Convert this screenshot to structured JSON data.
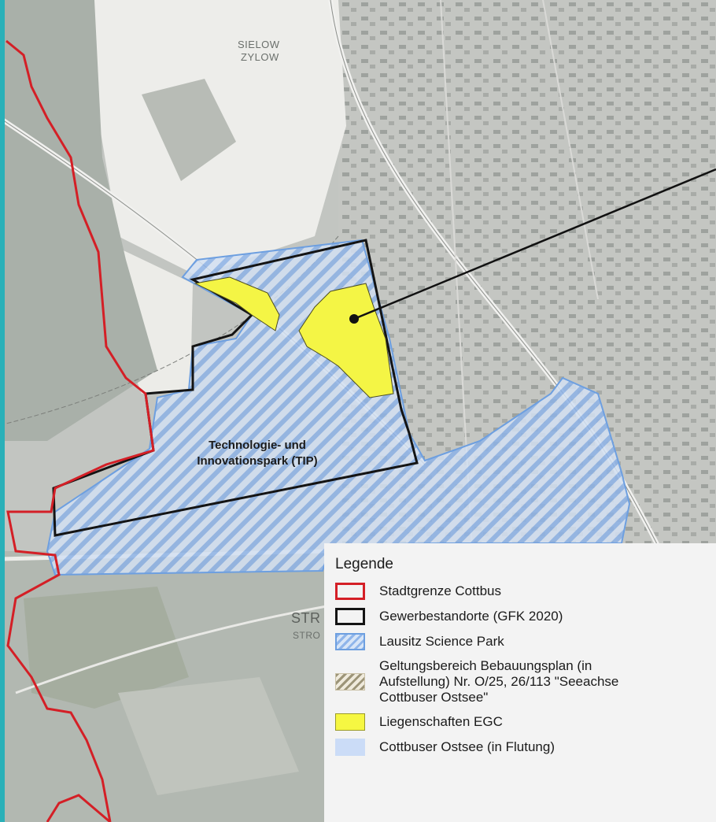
{
  "map": {
    "place_label_1": "SIELOW",
    "place_label_2": "ZYLOW",
    "tip_label_line1": "Technologie- und",
    "tip_label_line2": "Innovationspark (TIP)",
    "place_label_3": "STR",
    "place_label_4": "STRO"
  },
  "legend": {
    "title": "Legende",
    "items": [
      {
        "label": "Stadtgrenze Cottbus",
        "color": "#d41f26",
        "icon": "red-outline-swatch"
      },
      {
        "label": "Gewerbestandorte (GFK 2020)",
        "color": "#141414",
        "icon": "black-outline-swatch"
      },
      {
        "label": "Lausitz Science Park",
        "color": "#6d9fe0",
        "icon": "blue-hatched-swatch"
      },
      {
        "label_line1": "Geltungsbereich Bebauungsplan (in",
        "label_line2": "Aufstellung) Nr. O/25, 26/113 \"Seeachse",
        "label_line3": "Cottbuser Ostsee\"",
        "color": "#9c9478",
        "icon": "beige-hatched-swatch"
      },
      {
        "label": "Liegenschaften EGC",
        "color": "#f6f742",
        "icon": "yellow-fill-swatch"
      },
      {
        "label": "Cottbuser Ostsee (in Flutung)",
        "color": "#cbdcf7",
        "icon": "lightblue-fill-swatch"
      }
    ]
  },
  "colors": {
    "accent_bar": "#2ab0b8",
    "city_border": "#d41f26",
    "commercial_outline": "#141414",
    "science_park": "#6d9fe0",
    "egc": "#f6f742"
  }
}
